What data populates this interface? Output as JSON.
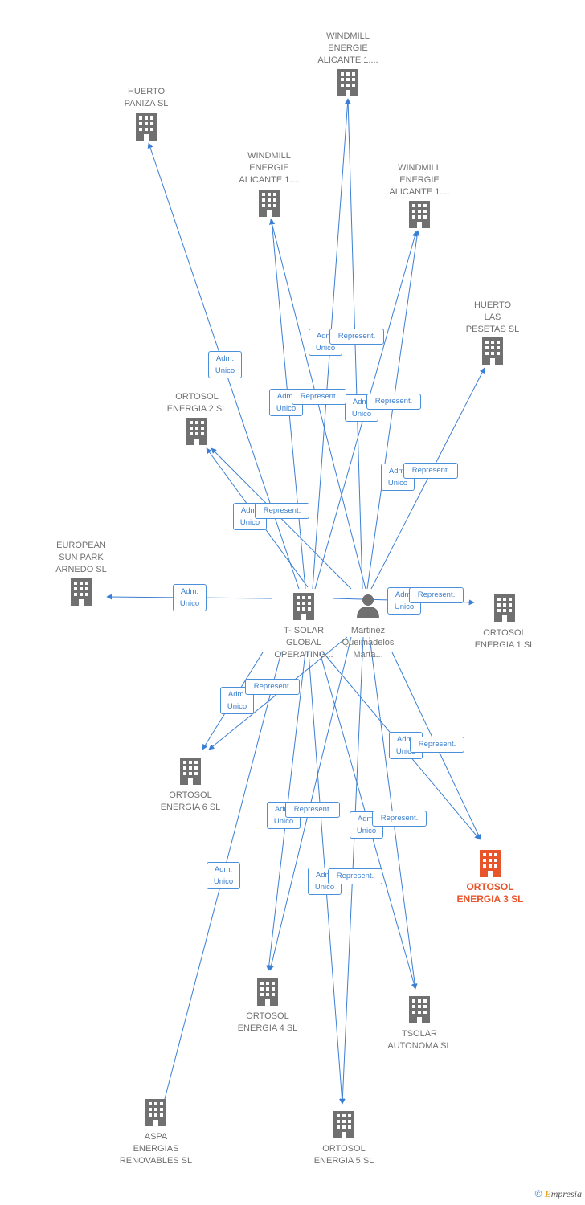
{
  "nodes": {
    "tsolar": {
      "label": "T- SOLAR\nGLOBAL\nOPERATING..."
    },
    "martinez": {
      "label": "Martinez\nQueimadelos\nMarta..."
    },
    "windmill_top": {
      "label": "WINDMILL\nENERGIE\nALICANTE 1...."
    },
    "windmill_left": {
      "label": "WINDMILL\nENERGIE\nALICANTE 1...."
    },
    "windmill_right": {
      "label": "WINDMILL\nENERGIE\nALICANTE 1...."
    },
    "huerto_paniza": {
      "label": "HUERTO\nPANIZA SL"
    },
    "huerto_pesetas": {
      "label": "HUERTO\nLAS\nPESETAS SL"
    },
    "ortosol2": {
      "label": "ORTOSOL\nENERGIA 2 SL"
    },
    "european": {
      "label": "EUROPEAN\nSUN PARK\nARNEDO SL"
    },
    "ortosol1": {
      "label": "ORTOSOL\nENERGIA 1 SL"
    },
    "ortosol6": {
      "label": "ORTOSOL\nENERGIA 6 SL"
    },
    "ortosol3": {
      "label": "ORTOSOL\nENERGIA 3 SL"
    },
    "ortosol4": {
      "label": "ORTOSOL\nENERGIA 4 SL"
    },
    "tsolar_autonoma": {
      "label": "TSOLAR\nAUTONOMA  SL"
    },
    "aspa": {
      "label": "ASPA\nENERGIAS\nRENOVABLES SL"
    },
    "ortosol5": {
      "label": "ORTOSOL\nENERGIA 5 SL"
    }
  },
  "relations": {
    "adm_label": "Adm.\nUnico",
    "rep_label": "Represent."
  },
  "colors": {
    "edge": "#3b7fd4",
    "building": "#707070",
    "focus_building": "#e8552b",
    "box_border": "#4a8fd9"
  },
  "footer": {
    "copyright": "©",
    "brand_e": "E",
    "brand_rest": "mpresia"
  }
}
